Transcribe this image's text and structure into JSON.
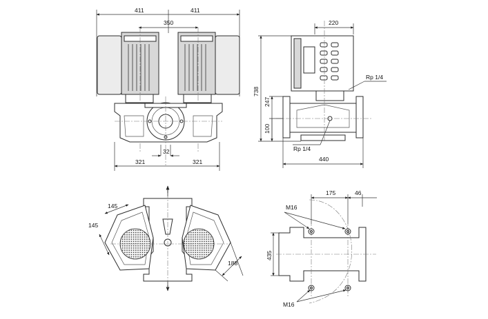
{
  "front_view": {
    "dim_top_left": "411",
    "dim_top_right": "411",
    "dim_motor_spacing": "350",
    "dim_flange_offset": "32",
    "dim_bottom_left": "321",
    "dim_bottom_right": "321"
  },
  "side_view": {
    "dim_motor_width": "220",
    "dim_total_height": "738",
    "dim_flange_height": "247",
    "dim_center_height": "100",
    "dim_base_length": "440",
    "label_port_top": "Rp 1/4",
    "label_port_bottom": "Rp 1/4"
  },
  "top_view": {
    "dim_diag_a": "145",
    "dim_diag_b": "145",
    "dim_diag_c": "188"
  },
  "base_view": {
    "dim_hole_spacing": "175",
    "dim_edge_offset": "46",
    "dim_flange_length": "435",
    "label_bolt_top": "M16",
    "label_bolt_bottom": "M16"
  }
}
